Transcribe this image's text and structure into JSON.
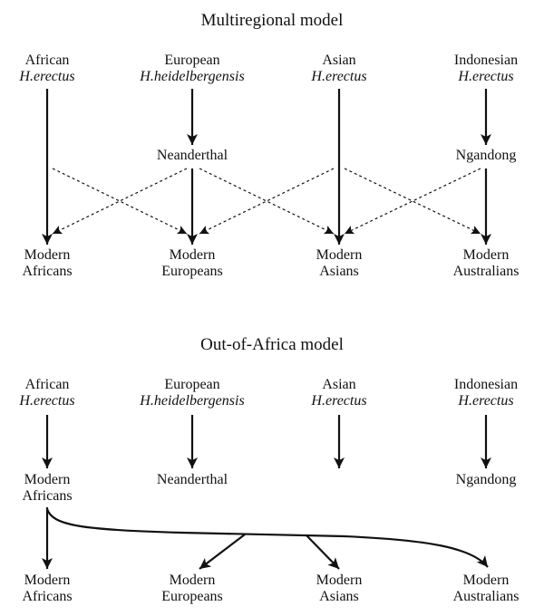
{
  "multiregional": {
    "title": "Multiregional model",
    "sources": [
      {
        "region": "African",
        "species": "H.erectus"
      },
      {
        "region": "European",
        "species": "H.heidelbergensis"
      },
      {
        "region": "Asian",
        "species": "H.erectus"
      },
      {
        "region": "Indonesian",
        "species": "H.erectus"
      }
    ],
    "intermediates": {
      "neanderthal": "Neanderthal",
      "ngandong": "Ngandong"
    },
    "modern": [
      {
        "line1": "Modern",
        "line2": "Africans"
      },
      {
        "line1": "Modern",
        "line2": "Europeans"
      },
      {
        "line1": "Modern",
        "line2": "Asians"
      },
      {
        "line1": "Modern",
        "line2": "Australians"
      }
    ]
  },
  "out_of_africa": {
    "title": "Out-of-Africa model",
    "sources": [
      {
        "region": "African",
        "species": "H.erectus"
      },
      {
        "region": "European",
        "species": "H.heidelbergensis"
      },
      {
        "region": "Asian",
        "species": "H.erectus"
      },
      {
        "region": "Indonesian",
        "species": "H.erectus"
      }
    ],
    "intermediates": {
      "modern_africans": {
        "line1": "Modern",
        "line2": "Africans"
      },
      "neanderthal": "Neanderthal",
      "ngandong": "Ngandong"
    },
    "modern": [
      {
        "line1": "Modern",
        "line2": "Africans"
      },
      {
        "line1": "Modern",
        "line2": "Europeans"
      },
      {
        "line1": "Modern",
        "line2": "Asians"
      },
      {
        "line1": "Modern",
        "line2": "Australians"
      }
    ]
  },
  "colors": {
    "ink": "#111111",
    "background": "#ffffff"
  }
}
